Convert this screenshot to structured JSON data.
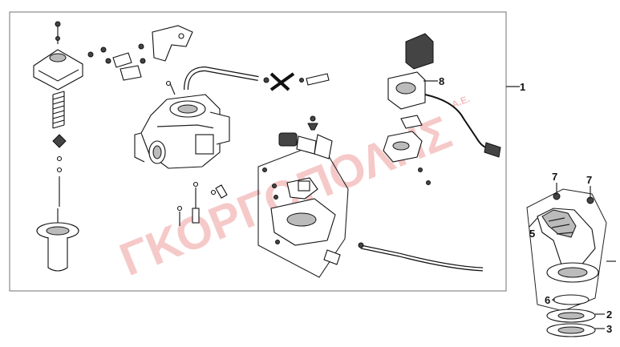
{
  "diagram": {
    "watermark": "ΓΚΟΡΓΟΠΟΛΗΣ",
    "watermark_suffix": "A.E.",
    "callouts": {
      "c1": "1",
      "c2": "2",
      "c3": "3",
      "c5": "5",
      "c6": "6",
      "c7a": "7",
      "c7b": "7",
      "c8": "8"
    }
  }
}
